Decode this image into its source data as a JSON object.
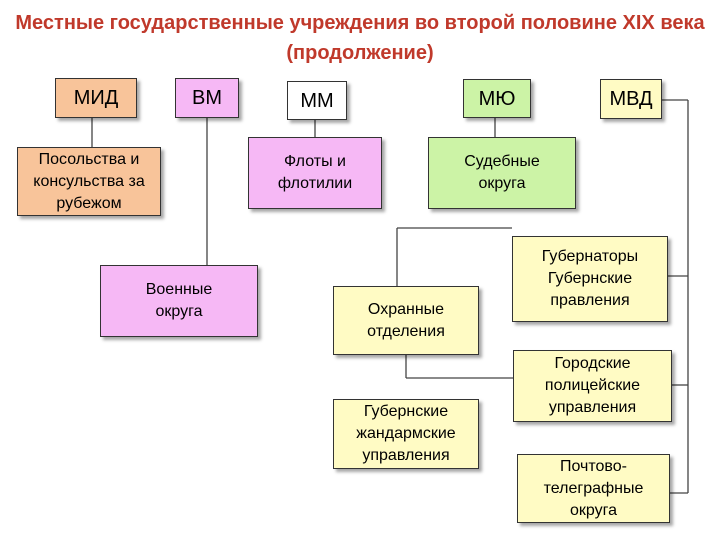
{
  "title": "Местные государственные учреждения во второй половине XIX века (продолжение)",
  "ministries": {
    "mid": "МИД",
    "vm": "ВМ",
    "mm": "ММ",
    "myu": "МЮ",
    "mvd": "МВД"
  },
  "institutions": {
    "embassies": "Посольства и консульства за рубежом",
    "military_districts": "Военные округа",
    "fleets": "Флоты и флотилии",
    "judicial_districts": "Судебные округа",
    "governors": "Губернаторы Губернские правления",
    "security_departments": "Охранные отделения",
    "city_police": "Городские полицейские управления",
    "gendarme_administrations": "Губернские жандармские управления",
    "postal_telegraph": "Почтово-телеграфные округа"
  },
  "colors": {
    "title": "#c0392b",
    "mid": "#f8c49a",
    "vm": "#f6b8f5",
    "mm": "#ffffff",
    "myu": "#ccf3a6",
    "mvd": "#fffbc4"
  }
}
